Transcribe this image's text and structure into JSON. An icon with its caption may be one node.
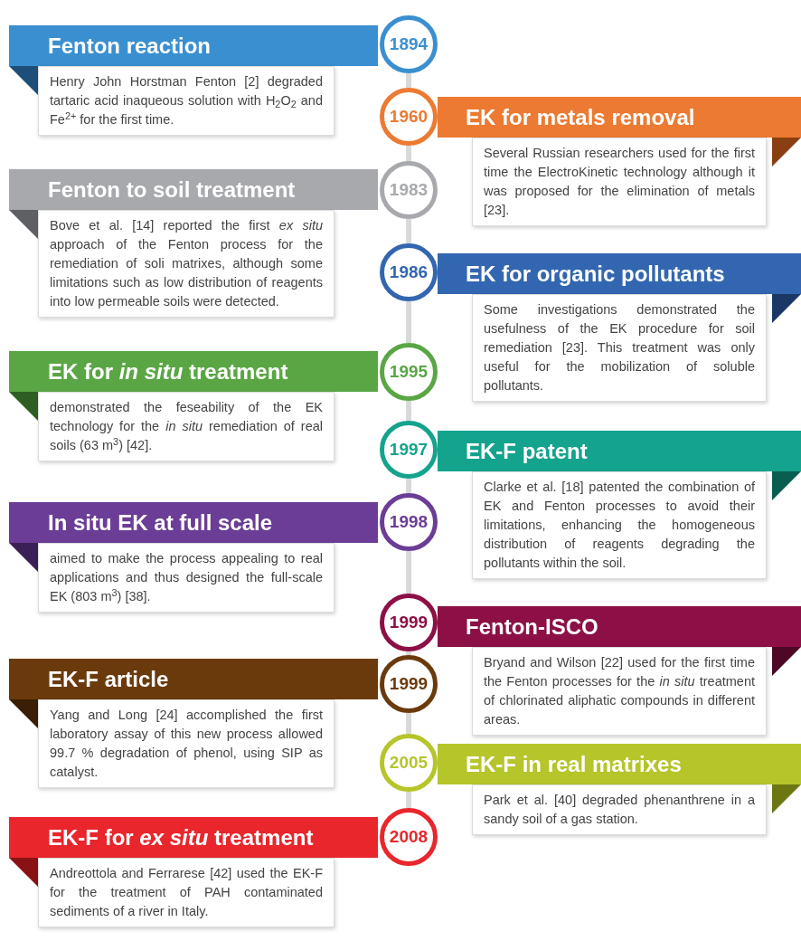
{
  "diagram": {
    "nodes": [
      {
        "text": [
          "Fenton reaction"
        ]
      },
      {
        "text": [
          "1894"
        ]
      },
      {
        "text": [
          "Henry John Horstman Fenton [2] degraded tartaric acid inaqueous solution with H$_{2}$O$_{2}$ and Fe$^{2+}$ for the first time."
        ]
      },
      {
        "text": [
          "EK for metals removal"
        ]
      },
      {
        "text": [
          "1960"
        ]
      },
      {
        "text": [
          "Several Russian researchers used for the first time the ElectroKinetic technology although it was proposed for the elimination of metals [23]."
        ]
      },
      {
        "text": [
          "Fenton to soil treatment"
        ]
      },
      {
        "text": [
          "1983"
        ]
      },
      {
        "text": [
          "Bove et al. [14] reported the first *ex situ* approach of the Fenton process for the remediation of soli matrixes, although some limitations such as low distribution of reagents into low permeable soils were detected."
        ]
      },
      {
        "text": [
          "EK for organic pollutants"
        ]
      },
      {
        "text": [
          "1986"
        ]
      },
      {
        "text": [
          "Some investigations demonstrated the usefulness of the EK procedure for soil remediation [23]. This treatment was only useful for the mobilization of soluble pollutants."
        ]
      },
      {
        "text": [
          "EK for *in situ* treatment"
        ]
      },
      {
        "text": [
          "1995"
        ]
      },
      {
        "text": [
          "demonstrated the feseability of the EK technology for the *in situ* remediation of real soils (63 m$^{3}$) [42]."
        ]
      },
      {
        "text": [
          "EK-F patent"
        ]
      },
      {
        "text": [
          "1997"
        ]
      },
      {
        "text": [
          "Clarke et al. [18] patented the combination of EK and Fenton processes to avoid their limitations, enhancing the homogeneous distribution of reagents degrading the pollutants within the soil."
        ]
      },
      {
        "text": [
          "In situ EK at full scale"
        ]
      },
      {
        "text": [
          "1998"
        ]
      },
      {
        "text": [
          "aimed to make the process appealing to real applications and thus designed the full-scale EK (803 m$^{3}$) [38]."
        ]
      },
      {
        "text": [
          "Fenton-ISCO"
        ]
      },
      {
        "text": [
          "1999"
        ]
      },
      {
        "text": [
          "Bryand and Wilson [22] used for the first time the Fenton processes for the *in situ* treatment of chlorinated aliphatic compounds in different areas."
        ]
      },
      {
        "text": [
          "EK-F article"
        ]
      },
      {
        "text": [
          "1999"
        ]
      },
      {
        "text": [
          "Yang and Long [24] accomplished the first laboratory assay of this new process allowed 99.7 % degradation of phenol, using SIP as catalyst."
        ]
      },
      {
        "text": [
          "EK-F in real matrixes"
        ]
      },
      {
        "text": [
          "2005"
        ]
      },
      {
        "text": [
          "Park et al. [40] degraded phenanthrene in a sandy soil of a gas station."
        ]
      },
      {
        "text": [
          "EK-F for *ex situ* treatment"
        ]
      },
      {
        "text": [
          "2008"
        ]
      },
      {
        "text": [
          "Andreottola and Ferrarese [42] used the EK-F for the treatment of PAH contaminated sediments of a river in Italy."
        ]
      }
    ],
    "edges": [
      {
        "from": 1,
        "to": 4,
        "arrow": "none"
      },
      {
        "from": 4,
        "to": 7,
        "arrow": "none"
      },
      {
        "from": 7,
        "to": 10,
        "arrow": "none"
      },
      {
        "from": 10,
        "to": 13,
        "arrow": "none"
      },
      {
        "from": 13,
        "to": 16,
        "arrow": "none"
      },
      {
        "from": 16,
        "to": 19,
        "arrow": "none"
      },
      {
        "from": 19,
        "to": 22,
        "arrow": "none"
      },
      {
        "from": 22,
        "to": 25,
        "arrow": "none"
      },
      {
        "from": 25,
        "to": 28,
        "arrow": "none"
      },
      {
        "from": 28,
        "to": 31,
        "arrow": "none"
      }
    ]
  }
}
